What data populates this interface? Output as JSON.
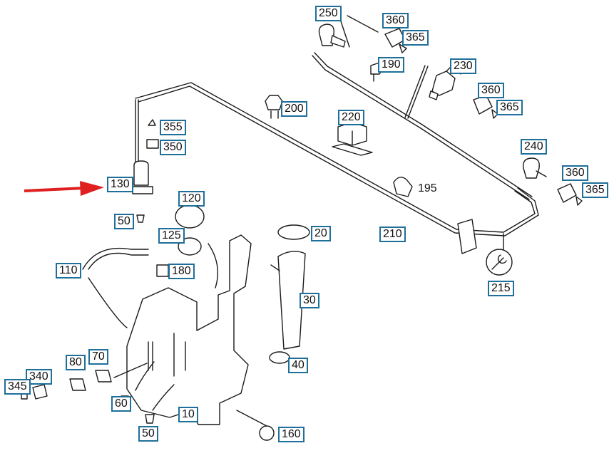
{
  "colors": {
    "callout_border": "#1e6f9a",
    "line": "#1a1a1a",
    "arrow": "#e02020"
  },
  "callouts": [
    {
      "id": "250",
      "label": "250"
    },
    {
      "id": "360a",
      "label": "360"
    },
    {
      "id": "365a",
      "label": "365"
    },
    {
      "id": "190",
      "label": "190"
    },
    {
      "id": "230",
      "label": "230"
    },
    {
      "id": "360b",
      "label": "360"
    },
    {
      "id": "365b",
      "label": "365"
    },
    {
      "id": "200",
      "label": "200"
    },
    {
      "id": "220",
      "label": "220"
    },
    {
      "id": "355",
      "label": "355"
    },
    {
      "id": "350",
      "label": "350"
    },
    {
      "id": "240",
      "label": "240"
    },
    {
      "id": "360c",
      "label": "360"
    },
    {
      "id": "365c",
      "label": "365"
    },
    {
      "id": "130",
      "label": "130"
    },
    {
      "id": "120",
      "label": "120"
    },
    {
      "id": "50a",
      "label": "50"
    },
    {
      "id": "125",
      "label": "125"
    },
    {
      "id": "20",
      "label": "20"
    },
    {
      "id": "210",
      "label": "210"
    },
    {
      "id": "110",
      "label": "110"
    },
    {
      "id": "180",
      "label": "180"
    },
    {
      "id": "215",
      "label": "215"
    },
    {
      "id": "30",
      "label": "30"
    },
    {
      "id": "80",
      "label": "80"
    },
    {
      "id": "70",
      "label": "70"
    },
    {
      "id": "40",
      "label": "40"
    },
    {
      "id": "340",
      "label": "340"
    },
    {
      "id": "345",
      "label": "345"
    },
    {
      "id": "60",
      "label": "60"
    },
    {
      "id": "10",
      "label": "10"
    },
    {
      "id": "50b",
      "label": "50"
    },
    {
      "id": "160",
      "label": "160"
    }
  ],
  "plain_labels": [
    {
      "id": "195",
      "label": "195"
    }
  ]
}
